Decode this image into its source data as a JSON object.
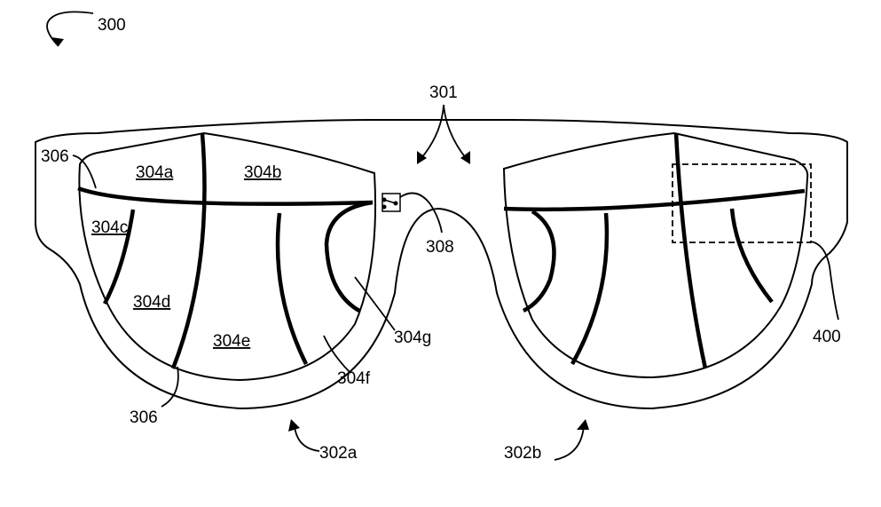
{
  "figure": {
    "labels": {
      "fig": "300",
      "bridge": "301",
      "lens_left": "302a",
      "lens_right": "302b",
      "seg_a": "304a",
      "seg_b": "304b",
      "seg_c": "304c",
      "seg_d": "304d",
      "seg_e": "304e",
      "seg_f": "304f",
      "seg_g": "304g",
      "boundary_top": "306",
      "boundary_bottom": "306",
      "switch": "308",
      "region": "400"
    }
  }
}
